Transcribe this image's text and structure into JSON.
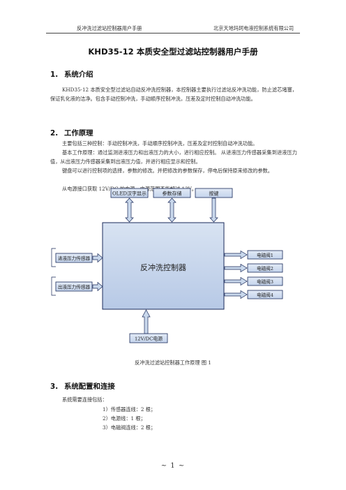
{
  "header": {
    "left": "反冲洗过滤站控制器用户手册",
    "right": "北京天地玛珂电液控制系统有限公司"
  },
  "title": "KHD35-12 本质安全型过滤站控制器用户手册",
  "sections": [
    {
      "num": "1.",
      "title": "系统介绍",
      "paragraphs": [
        "KHD35-12 本质安全型过滤站自动反冲洗控制器，本控制器主要执行过滤站反冲洗功能，防止滤芯堵塞，保证乳化液的洁净。包含手动控制冲洗，手动顺序控制冲洗，压差及定时控制自动冲洗功能。"
      ]
    },
    {
      "num": "2.",
      "title": "工作原理",
      "paragraphs": [
        "主要包括三种控制：手动控制冲洗，手动顺序控制冲洗，压差及定时控制自动冲洗功能。",
        "基本工作原理：通过监测进液压力和出液压力的大小，进行相应控制。 从进液压力传感器采集到进液压力值，从出液压力传感器采集到出液压力值，并进行相应显示和控制。",
        "键盘可以进行控制项的选择，参数的修改。并把修改的参数保存，停电后保持原来修改的参数。",
        "从电源接口获取 12V/DC 的电源，电源范围不能超过 13V。"
      ]
    },
    {
      "num": "3.",
      "title": "系统配置和连接",
      "paragraphs": [
        "系统需要连接包括："
      ],
      "list": [
        "1）传感器连线：2 根；",
        "2）电源线：1 根；",
        "3）电磁阀连线：2 根；"
      ]
    }
  ],
  "diagram": {
    "controller": "反冲洗控制器",
    "top_boxes": [
      "OLED汉字显示",
      "参数存储",
      "按键"
    ],
    "left_boxes": [
      "进液压力传感器",
      "出液压力传感器"
    ],
    "right_boxes": [
      "电磁阀1",
      "电磁阀2",
      "电磁阀3",
      "电磁阀4"
    ],
    "bottom_box": "12V/DC电源",
    "colors": {
      "box_fill": "#cfdcef",
      "controller_fill": "#bccde8",
      "arrow_fill": "#c9d8ec",
      "stroke": "#1a2a5a"
    }
  },
  "caption": "反冲洗过滤站控制器工作原理    图 1",
  "footer": "~ 1 ~"
}
